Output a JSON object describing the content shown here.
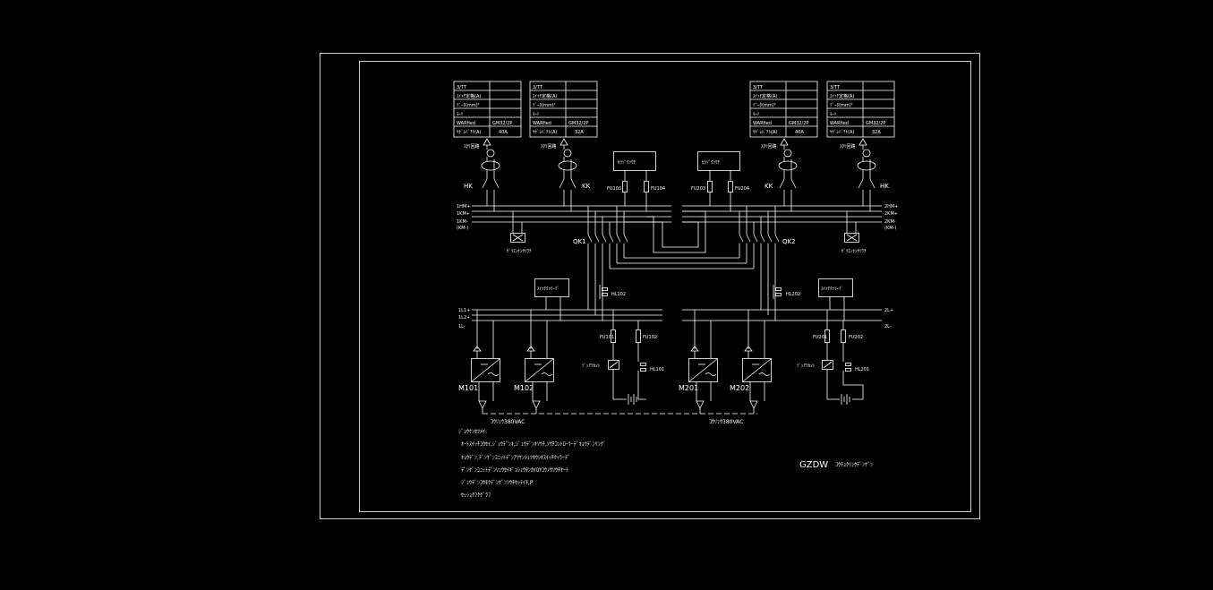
{
  "colors": {
    "background": "#000000",
    "line": "#ffffff"
  },
  "tables": [
    {
      "rows": [
        [
          "3/TT",
          ""
        ],
        [
          "ｽｲｯﾁ定格(A)",
          ""
        ],
        [
          "ﾃﾞｰﾀ(mm)²",
          ""
        ],
        [
          "ﾓｰﾄ",
          ""
        ],
        [
          "WARfied",
          "GM32/2P"
        ],
        [
          "ﾔｹﾞﾚﾊﾞﾁﾄ(A)",
          "40A"
        ]
      ]
    },
    {
      "rows": [
        [
          "3/TT",
          ""
        ],
        [
          "ｽｲｯﾁ定格(A)",
          ""
        ],
        [
          "ﾃﾞｰﾀ(mm)²",
          ""
        ],
        [
          "ﾓｰﾄ",
          ""
        ],
        [
          "WARfied",
          "GM32/2P"
        ],
        [
          "ﾔｹﾞﾚﾊﾞﾁﾄ(A)",
          "32A"
        ]
      ]
    },
    {
      "rows": [
        [
          "3/TT",
          ""
        ],
        [
          "ｽｲｯﾁ定格(A)",
          ""
        ],
        [
          "ﾃﾞｰﾀ(mm)²",
          ""
        ],
        [
          "ﾓｰﾄ",
          ""
        ],
        [
          "WARfied",
          "GM32/2P"
        ],
        [
          "ﾔｹﾞﾚﾊﾞﾁﾄ(A)",
          "40A"
        ]
      ]
    },
    {
      "rows": [
        [
          "3/TT",
          ""
        ],
        [
          "ｽｲｯﾁ定格(A)",
          ""
        ],
        [
          "ﾃﾞｰﾀ(mm)²",
          ""
        ],
        [
          "ﾓｰﾄ",
          ""
        ],
        [
          "WARfied",
          "GM32/2P"
        ],
        [
          "ﾔｹﾞﾚﾊﾞﾁﾄ(A)",
          "32A"
        ]
      ]
    }
  ],
  "feeder_labels": [
    "ｽﾀﾘ回路",
    "ｽﾀﾘ回路",
    "ｽﾀﾘ回路",
    "ｽﾀﾘ回路"
  ],
  "switch_labels": [
    "HK",
    "KK",
    "KK",
    "HK"
  ],
  "monitor_boxes": [
    "ｾﾂｿﾞｸｿｳﾁ",
    "ｾﾂｿﾞｸｿｳﾁ"
  ],
  "fuse_labels_top": [
    "FU103",
    "FU104",
    "FU203",
    "FU204"
  ],
  "bus_labels_left_top": [
    "1HM+",
    "1KM+",
    "1KM-"
  ],
  "bus_labels_right_top": [
    "2HM+",
    "2KM+",
    "2KM-"
  ],
  "bus_sub_left": "(KM-)",
  "bus_sub_right": "(KM-)",
  "insulation_left": "ｾﾞﾂｴﾝｹﾝｻｿｳﾁ",
  "insulation_right": "ｾﾞﾂｴﾝｹﾝｻｿｳﾁ",
  "qk_labels": [
    "QK1",
    "QK2"
  ],
  "battery_boxes": [
    "ｽｲｯﾁｸｯﾗｰﾃﾞ",
    "ｽｲｯﾁｸｯﾗｰﾃﾞ"
  ],
  "hl_labels_mid": [
    "HL102",
    "HL202"
  ],
  "bus_labels_left_bottom": [
    "1L1+",
    "1L2+",
    "1L-"
  ],
  "bus_labels_right_bottom": [
    "2L+",
    "2L-"
  ],
  "fuse_labels_bottom": [
    "FU101",
    "FU102",
    "FU201",
    "FU202"
  ],
  "relay_labels": [
    "ﾃﾞﾝｱﾂｶﾝｼ",
    "ﾃﾞﾝｱﾂｶﾝｼ"
  ],
  "hl_labels_bottom": [
    "HL101",
    "HL201"
  ],
  "module_labels": [
    "M101",
    "M102",
    "M201",
    "M202"
  ],
  "ac_labels": [
    "ｺｳﾘｭｳ380VAC",
    "ｺｳﾘｭｳ380VAC"
  ],
  "notes": {
    "title": "ｼﾞｮｳｹﾝｾﾂﾒｲ:",
    "lines": [
      "ｵｰﾄｽｲｯﾁｺｳｾｲ,ｼﾞｭｳﾃﾞﾝｷ,ｼﾞｭｳﾃﾞﾝｷｿｳﾁ,ｿｳﾁｺﾝﾄﾛｰﾗｰﾃﾞｷｮｳﾃﾞﾝﾘﾝｸﾞ",
      "ｷｮｳﾃﾞﾝ,ﾃﾞﾝｹﾞﾝﾕﾆｯﾄﾃﾞﾝｱﾂｹﾝｼｭﾂﾎｳｼｷｽｲｯﾁｸｯﾗｰﾃﾞ",
      "ﾃﾞﾝｹﾞﾝﾕﾆｯﾄﾃﾞﾝﾘｭｳｾｲｷﾞｮｼｭｳﾀﾝｶｲﾛﾔｺｳﾉｳｿｳﾁｵｰﾄ",
      "ｼﾞｭｳﾃﾞﾝｺｳﾓｸﾃﾞﾝｹﾞﾝｿｳﾁｾｯﾃｲﾁ,P",
      "ｾｯｼｮｸﾌｸｸﾞﾗﾌ"
    ]
  },
  "title_block": {
    "code": "GZDW",
    "name": "ｺｳﾁｮｸﾘｭｳﾃﾞﾝｹﾞﾝ"
  }
}
